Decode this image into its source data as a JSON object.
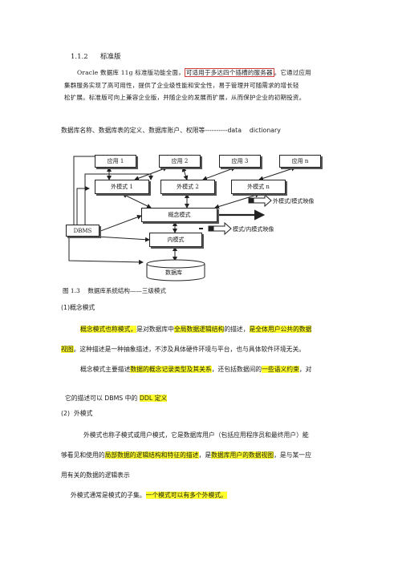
{
  "section": {
    "number": "1.1.2",
    "title": "标准版"
  },
  "oracle_para": {
    "line1_pre": "Oracle 数据库 11g 标准版功能全面，",
    "line1_boxed": "可适用于多达四个插槽的服务器",
    "line1_post": "。它通过应用",
    "line2": "集群服务实现了高可用性，提供了企业级性能和安全性，易于管理并可随需求的增长轻",
    "line3": "松扩展。标准版可向上兼容企业版，并随企业的发展而扩展，从而保护企业的初期投资。"
  },
  "heading": "数据库名称、数据库表的定义、数据库账户、权限等----------data    dictionary",
  "diagram": {
    "apps": [
      "应用 1",
      "应用 2",
      "应用 3",
      "应用 n"
    ],
    "ext_modes": [
      "外模式 1",
      "外模式 2",
      "外模式 n"
    ],
    "concept": "概念模式",
    "dbms": "DBMS",
    "internal": "内模式",
    "database": "数据库",
    "map_ext": "外模式/模式映像",
    "map_int": "模式/内模式映像",
    "caption": "图 1.3    数据库系统结构——三级模式"
  },
  "s1": {
    "title": "(1)概念模式",
    "p1_l1_a": "概念模式也称模式，",
    "p1_l1_b": "是对数据库中",
    "p1_l1_c": "全局数据逻辑结构",
    "p1_l1_d": "的描述，",
    "p1_l1_e": "是全体用户公共的数据",
    "p1_l2_a": "视图",
    "p1_l2_b": "。这种描述是一种抽象描述，不涉及具体硬件环境与平台，也与具体软件环境无关。",
    "p2_l1_a": "概念模式主要描述",
    "p2_l1_b": "数据的概念记录类型及其关系",
    "p2_l1_c": "，还包括数据间的",
    "p2_l1_d": "一些语义约束",
    "p2_l1_e": "，对",
    "p2_l2_a": "它的描述可以 DBMS 中的 ",
    "p2_l2_b": "DDL 定义"
  },
  "s2": {
    "title": "(2)  外模式",
    "p1_l1": "外模式也称子模式或用户模式，它是数据库用户（包括应用程序员和最终用户）能",
    "p1_l2_a": "够看见和使用的",
    "p1_l2_b": "局部数据的逻辑结构和特征的描述",
    "p1_l2_c": "，是",
    "p1_l2_d": "数据库用户的数据视图",
    "p1_l2_e": "，是与某一应",
    "p1_l3": "用有关的数据的逻辑表示",
    "p2_a": "外模式通常是模式的子集。",
    "p2_b": "一个模式可以有多个外模式。"
  }
}
